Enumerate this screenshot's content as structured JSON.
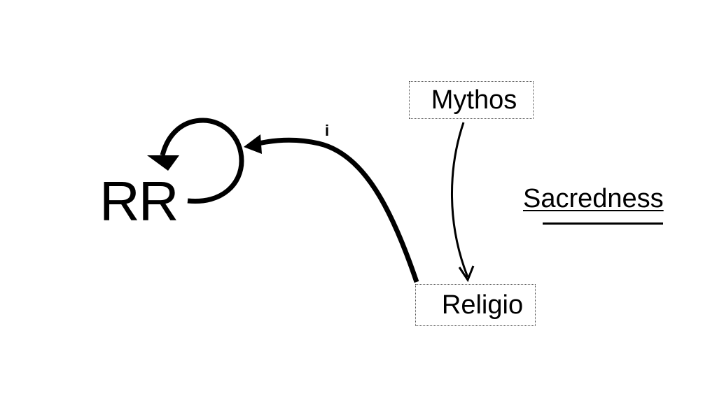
{
  "nodes": {
    "mythos": "Mythos",
    "religio": "Religio",
    "rr": "RR"
  },
  "edges": {
    "religio_to_rr_label": "i"
  },
  "annotation": {
    "sacredness": "Sacredness"
  }
}
